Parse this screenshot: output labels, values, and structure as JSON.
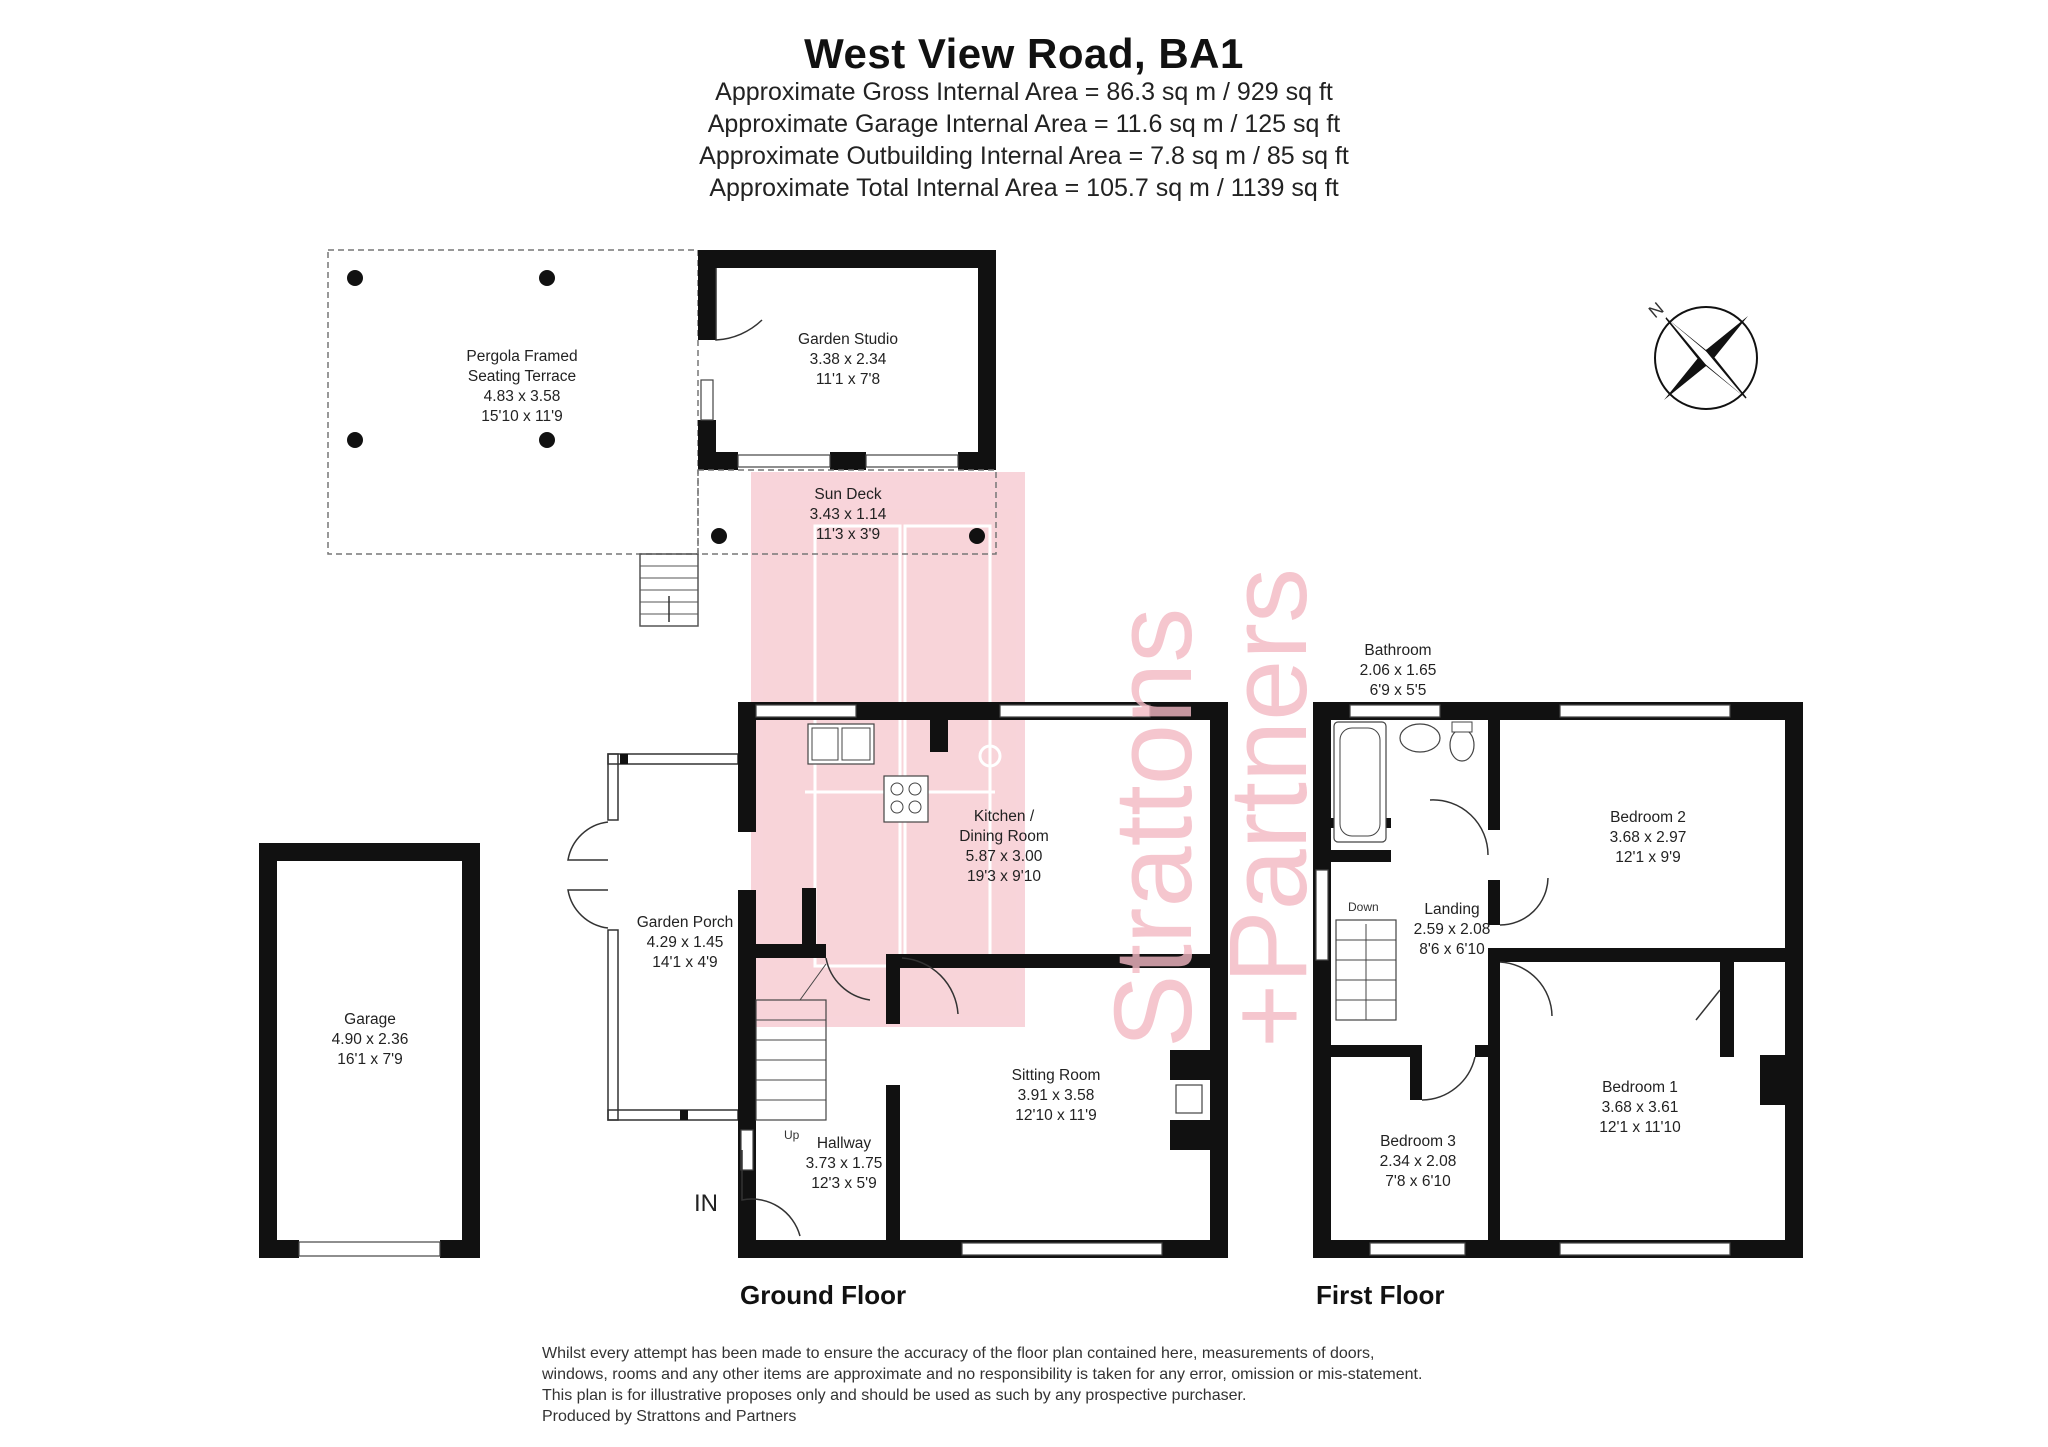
{
  "header": {
    "title": "West View Road, BA1",
    "areas": [
      "Approximate Gross Internal Area = 86.3 sq m / 929 sq ft",
      "Approximate Garage Internal Area = 11.6 sq m / 125 sq ft",
      "Approximate Outbuilding Internal Area = 7.8 sq m / 85 sq ft",
      "Approximate Total Internal Area = 105.7 sq m / 1139 sq ft"
    ]
  },
  "compass": {
    "label": "N"
  },
  "watermark": {
    "line1": "Strattons",
    "line2": "+Partners"
  },
  "rooms": {
    "pergola": {
      "name1": "Pergola Framed",
      "name2": "Seating Terrace",
      "metric": "4.83 x 3.58",
      "imperial": "15'10 x 11'9"
    },
    "studio": {
      "name": "Garden Studio",
      "metric": "3.38 x 2.34",
      "imperial": "11'1 x 7'8"
    },
    "sundeck": {
      "name": "Sun Deck",
      "metric": "3.43 x 1.14",
      "imperial": "11'3 x 3'9"
    },
    "garage": {
      "name": "Garage",
      "metric": "4.90 x 2.36",
      "imperial": "16'1 x 7'9"
    },
    "porch": {
      "name": "Garden Porch",
      "metric": "4.29 x 1.45",
      "imperial": "14'1 x 4'9"
    },
    "kitchen": {
      "name1": "Kitchen /",
      "name2": "Dining Room",
      "metric": "5.87 x 3.00",
      "imperial": "19'3 x 9'10"
    },
    "sitting": {
      "name": "Sitting Room",
      "metric": "3.91 x 3.58",
      "imperial": "12'10 x 11'9"
    },
    "hallway": {
      "name": "Hallway",
      "metric": "3.73 x 1.75",
      "imperial": "12'3 x 5'9"
    },
    "bathroom": {
      "name": "Bathroom",
      "metric": "2.06 x 1.65",
      "imperial": "6'9 x 5'5"
    },
    "bedroom2": {
      "name": "Bedroom 2",
      "metric": "3.68 x 2.97",
      "imperial": "12'1 x 9'9"
    },
    "landing": {
      "name": "Landing",
      "metric": "2.59 x 2.08",
      "imperial": "8'6 x 6'10"
    },
    "bedroom1": {
      "name": "Bedroom 1",
      "metric": "3.68 x 3.61",
      "imperial": "12'1 x 11'10"
    },
    "bedroom3": {
      "name": "Bedroom 3",
      "metric": "2.34 x 2.08",
      "imperial": "7'8 x 6'10"
    }
  },
  "stairs": {
    "up": "Up",
    "down": "Down"
  },
  "entrance": "IN",
  "floors": {
    "ground": "Ground Floor",
    "first": "First Floor"
  },
  "disclaimer": [
    "Whilst every attempt has been made to ensure the accuracy of the floor plan contained here, measurements of doors,",
    "windows, rooms and any other items are approximate and no responsibility is taken for any error, omission or mis-statement.",
    "This plan is for illustrative proposes only and should be used as such by any prospective purchaser.",
    "Produced by Strattons and Partners"
  ]
}
